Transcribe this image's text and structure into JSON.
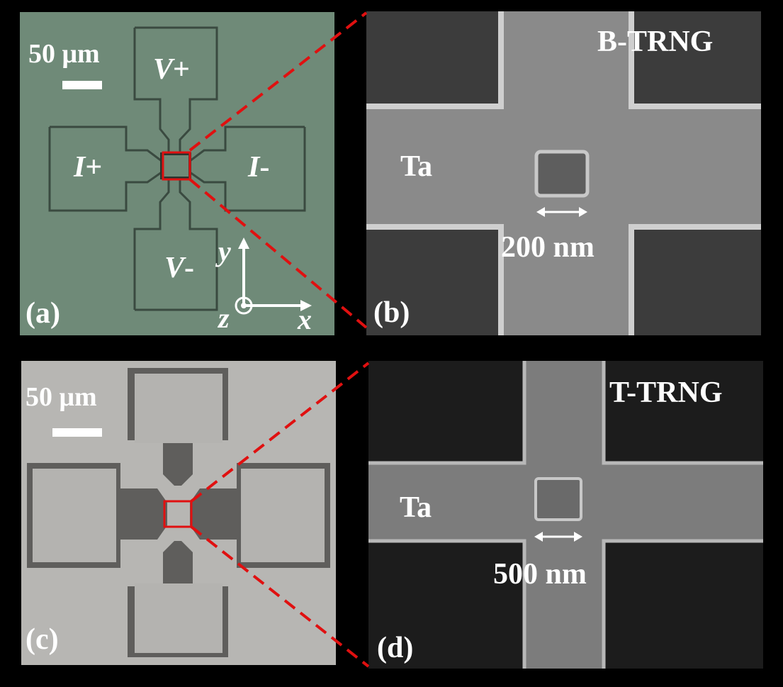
{
  "panel_a": {
    "label": "(a)",
    "scale_text": "50 μm",
    "pads": {
      "top": "V",
      "top_sign": "+",
      "bottom": "V",
      "bottom_sign": "-",
      "left": "I",
      "left_sign": "+",
      "right": "I",
      "right_sign": "-"
    },
    "axes": {
      "x": "x",
      "y": "y",
      "z": "z"
    }
  },
  "panel_b": {
    "label": "(b)",
    "title": "B-TRNG",
    "material": "Ta",
    "size": "200 nm"
  },
  "panel_c": {
    "label": "(c)",
    "scale_text": "50 μm"
  },
  "panel_d": {
    "label": "(d)",
    "title": "T-TRNG",
    "material": "Ta",
    "size": "500 nm"
  },
  "colors": {
    "optical_a": "#6f8a78",
    "optical_c": "#b7b6b3",
    "zoom_line": "#e01010",
    "sem_b_bg": "#3c3c3c",
    "sem_d_bg": "#1c1c1c"
  }
}
